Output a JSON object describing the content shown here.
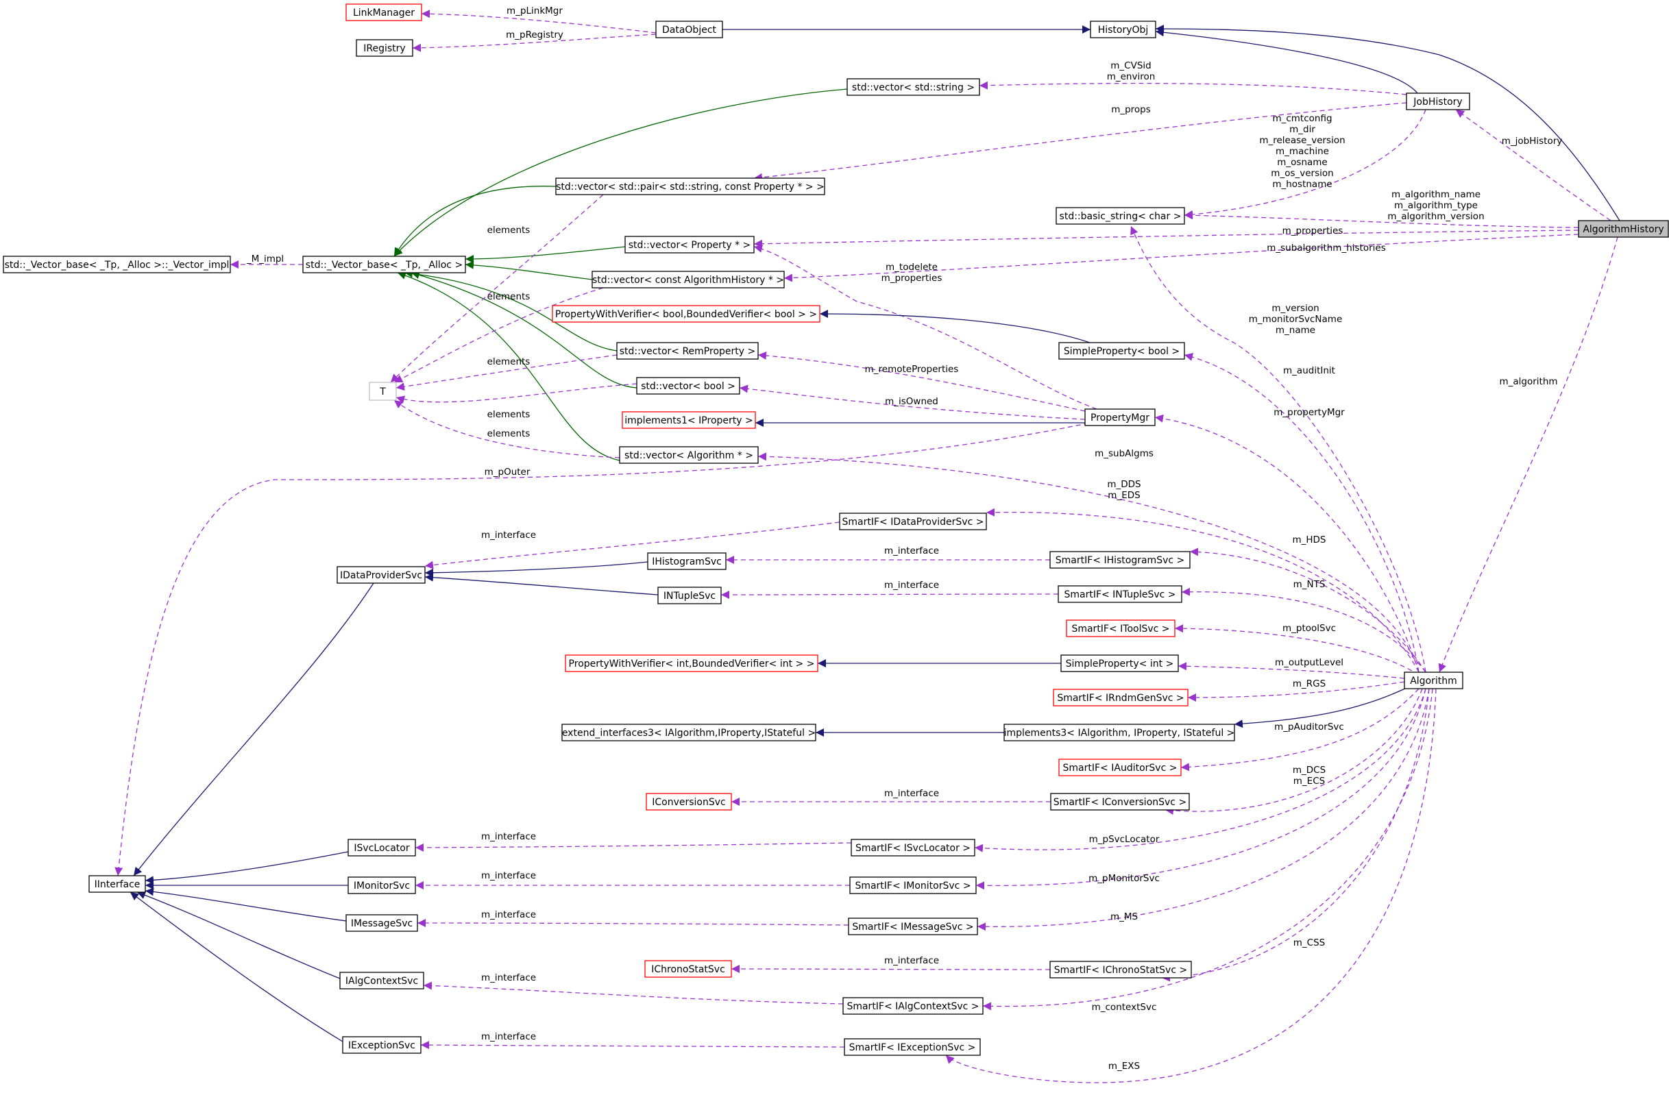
{
  "colors": {
    "inherit": "#191970",
    "template": "#006400",
    "usage": "#9a32cd",
    "external_class_border": "#ff0000",
    "template_param_border": "#bfbfbf",
    "focus_fill": "#bfbfbf"
  },
  "nodes": [
    {
      "id": "LinkManager",
      "label": "LinkManager",
      "style": "red"
    },
    {
      "id": "IRegistry",
      "label": "IRegistry",
      "style": "normal"
    },
    {
      "id": "DataObject",
      "label": "DataObject",
      "style": "normal"
    },
    {
      "id": "HistoryObj",
      "label": "HistoryObj",
      "style": "normal"
    },
    {
      "id": "JobHistory",
      "label": "JobHistory",
      "style": "normal"
    },
    {
      "id": "vecString",
      "label": "std::vector< std::string >",
      "style": "normal"
    },
    {
      "id": "vecPairProp",
      "label": "std::vector< std::pair< std::string, const Property * > >",
      "style": "normal"
    },
    {
      "id": "basicString",
      "label": "std::basic_string< char >",
      "style": "normal"
    },
    {
      "id": "AlgorithmHistory",
      "label": "AlgorithmHistory",
      "style": "focus"
    },
    {
      "id": "vecImpl",
      "label": "std::_Vector_base< _Tp, _Alloc >::_Vector_impl",
      "style": "normal"
    },
    {
      "id": "vecBase",
      "label": "std::_Vector_base< _Tp, _Alloc >",
      "style": "normal"
    },
    {
      "id": "vecPropPtr",
      "label": "std::vector< Property * >",
      "style": "normal"
    },
    {
      "id": "vecAlgHist",
      "label": "std::vector< const AlgorithmHistory * >",
      "style": "normal"
    },
    {
      "id": "pwvBool",
      "label": "PropertyWithVerifier< bool,BoundedVerifier< bool > >",
      "style": "red"
    },
    {
      "id": "vecRemProp",
      "label": "std::vector< RemProperty >",
      "style": "normal"
    },
    {
      "id": "spBool",
      "label": "SimpleProperty< bool >",
      "style": "normal"
    },
    {
      "id": "T",
      "label": "T",
      "style": "gray"
    },
    {
      "id": "vecBool",
      "label": "std::vector< bool >",
      "style": "normal"
    },
    {
      "id": "impl1",
      "label": "implements1< IProperty >",
      "style": "red"
    },
    {
      "id": "PropertyMgr",
      "label": "PropertyMgr",
      "style": "normal"
    },
    {
      "id": "vecAlgPtr",
      "label": "std::vector< Algorithm * >",
      "style": "normal"
    },
    {
      "id": "sifDPS",
      "label": "SmartIF< IDataProviderSvc >",
      "style": "normal"
    },
    {
      "id": "IDataProviderSvc",
      "label": "IDataProviderSvc",
      "style": "normal"
    },
    {
      "id": "IHistogramSvc",
      "label": "IHistogramSvc",
      "style": "normal"
    },
    {
      "id": "sifHS",
      "label": "SmartIF< IHistogramSvc >",
      "style": "normal"
    },
    {
      "id": "INTupleSvc",
      "label": "INTupleSvc",
      "style": "normal"
    },
    {
      "id": "sifNTS",
      "label": "SmartIF< INTupleSvc >",
      "style": "normal"
    },
    {
      "id": "sifTool",
      "label": "SmartIF< IToolSvc >",
      "style": "red"
    },
    {
      "id": "pwvInt",
      "label": "PropertyWithVerifier< int,BoundedVerifier< int > >",
      "style": "red"
    },
    {
      "id": "spInt",
      "label": "SimpleProperty< int >",
      "style": "normal"
    },
    {
      "id": "Algorithm",
      "label": "Algorithm",
      "style": "normal"
    },
    {
      "id": "sifRGS",
      "label": "SmartIF< IRndmGenSvc >",
      "style": "red"
    },
    {
      "id": "extIf3",
      "label": "extend_interfaces3< IAlgorithm,IProperty,IStateful >",
      "style": "normal"
    },
    {
      "id": "impl3",
      "label": "implements3< IAlgorithm, IProperty, IStateful >",
      "style": "normal"
    },
    {
      "id": "sifAud",
      "label": "SmartIF< IAuditorSvc >",
      "style": "red"
    },
    {
      "id": "IConversionSvc",
      "label": "IConversionSvc",
      "style": "red"
    },
    {
      "id": "sifConv",
      "label": "SmartIF< IConversionSvc >",
      "style": "normal"
    },
    {
      "id": "ISvcLocator",
      "label": "ISvcLocator",
      "style": "normal"
    },
    {
      "id": "sifSL",
      "label": "SmartIF< ISvcLocator >",
      "style": "normal"
    },
    {
      "id": "IInterface",
      "label": "IInterface",
      "style": "normal"
    },
    {
      "id": "IMonitorSvc",
      "label": "IMonitorSvc",
      "style": "normal"
    },
    {
      "id": "sifMon",
      "label": "SmartIF< IMonitorSvc >",
      "style": "normal"
    },
    {
      "id": "IMessageSvc",
      "label": "IMessageSvc",
      "style": "normal"
    },
    {
      "id": "sifMsg",
      "label": "SmartIF< IMessageSvc >",
      "style": "normal"
    },
    {
      "id": "IChronoStatSvc",
      "label": "IChronoStatSvc",
      "style": "red"
    },
    {
      "id": "sifChrono",
      "label": "SmartIF< IChronoStatSvc >",
      "style": "normal"
    },
    {
      "id": "IAlgContextSvc",
      "label": "IAlgContextSvc",
      "style": "normal"
    },
    {
      "id": "sifCtx",
      "label": "SmartIF< IAlgContextSvc >",
      "style": "normal"
    },
    {
      "id": "IExceptionSvc",
      "label": "IExceptionSvc",
      "style": "normal"
    },
    {
      "id": "sifExc",
      "label": "SmartIF< IExceptionSvc >",
      "style": "normal"
    }
  ],
  "edges": [
    {
      "id": "e_dataobj_histobj",
      "from": "DataObject",
      "to": "HistoryObj",
      "kind": "inherit",
      "label": []
    },
    {
      "id": "e_jobhist_histobj",
      "from": "JobHistory",
      "to": "HistoryObj",
      "kind": "inherit",
      "label": []
    },
    {
      "id": "e_alghist_histobj",
      "from": "AlgorithmHistory",
      "to": "HistoryObj",
      "kind": "inherit",
      "label": []
    },
    {
      "id": "e_linkmgr",
      "from": "DataObject",
      "to": "LinkManager",
      "kind": "usage",
      "label": [
        "m_pLinkMgr"
      ]
    },
    {
      "id": "e_registry",
      "from": "DataObject",
      "to": "IRegistry",
      "kind": "usage",
      "label": [
        "m_pRegistry"
      ]
    },
    {
      "id": "e_cvsid",
      "from": "JobHistory",
      "to": "vecString",
      "kind": "usage",
      "label": [
        "m_CVSid",
        "m_environ"
      ]
    },
    {
      "id": "e_props",
      "from": "JobHistory",
      "to": "vecPairProp",
      "kind": "usage",
      "label": [
        "m_props"
      ]
    },
    {
      "id": "e_jobstrings",
      "from": "JobHistory",
      "to": "basicString",
      "kind": "usage",
      "label": [
        "m_cmtconfig",
        "m_dir",
        "m_release_version",
        "m_machine",
        "m_osname",
        "m_os_version",
        "m_hostname"
      ]
    },
    {
      "id": "e_jobhistory",
      "from": "AlgorithmHistory",
      "to": "JobHistory",
      "kind": "usage",
      "label": [
        "m_jobHistory"
      ]
    },
    {
      "id": "e_algstrings",
      "from": "AlgorithmHistory",
      "to": "basicString",
      "kind": "usage",
      "label": [
        "m_algorithm_name",
        "m_algorithm_type",
        "m_algorithm_version"
      ]
    },
    {
      "id": "e_algprops",
      "from": "AlgorithmHistory",
      "to": "vecPropPtr",
      "kind": "usage",
      "label": [
        "m_properties"
      ]
    },
    {
      "id": "e_subalghist",
      "from": "AlgorithmHistory",
      "to": "vecAlgHist",
      "kind": "usage",
      "label": [
        "m_subalgorithm_histories"
      ]
    },
    {
      "id": "e_algorithm",
      "from": "AlgorithmHistory",
      "to": "Algorithm",
      "kind": "usage",
      "label": [
        "m_algorithm"
      ]
    },
    {
      "id": "e_impl",
      "from": "vecBase",
      "to": "vecImpl",
      "kind": "usage",
      "label": [
        "_M_impl"
      ]
    },
    {
      "id": "e_t_vs",
      "from": "vecString",
      "to": "vecBase",
      "kind": "template",
      "label": []
    },
    {
      "id": "e_t_vpp",
      "from": "vecPairProp",
      "to": "vecBase",
      "kind": "template",
      "label": []
    },
    {
      "id": "e_t_vprop",
      "from": "vecPropPtr",
      "to": "vecBase",
      "kind": "template",
      "label": []
    },
    {
      "id": "e_t_vah",
      "from": "vecAlgHist",
      "to": "vecBase",
      "kind": "template",
      "label": []
    },
    {
      "id": "e_t_vrp",
      "from": "vecRemProp",
      "to": "vecBase",
      "kind": "template",
      "label": []
    },
    {
      "id": "e_t_vb",
      "from": "vecBool",
      "to": "vecBase",
      "kind": "template",
      "label": []
    },
    {
      "id": "e_t_vap",
      "from": "vecAlgPtr",
      "to": "vecBase",
      "kind": "template",
      "label": []
    },
    {
      "id": "e_el1",
      "from": "vecPairProp",
      "to": "T",
      "kind": "usage",
      "label": [
        "elements"
      ]
    },
    {
      "id": "e_el2",
      "from": "vecAlgHist",
      "to": "T",
      "kind": "usage",
      "label": [
        "elements"
      ]
    },
    {
      "id": "e_el3",
      "from": "vecRemProp",
      "to": "T",
      "kind": "usage",
      "label": [
        "elements"
      ]
    },
    {
      "id": "e_el4",
      "from": "vecBool",
      "to": "T",
      "kind": "usage",
      "label": [
        "elements"
      ]
    },
    {
      "id": "e_el5",
      "from": "vecAlgPtr",
      "to": "T",
      "kind": "usage",
      "label": [
        "elements"
      ]
    },
    {
      "id": "e_todelete",
      "from": "PropertyMgr",
      "to": "vecPropPtr",
      "kind": "usage",
      "label": [
        "m_todelete",
        "m_properties"
      ]
    },
    {
      "id": "e_spb_pwv",
      "from": "spBool",
      "to": "pwvBool",
      "kind": "inherit",
      "label": []
    },
    {
      "id": "e_remote",
      "from": "PropertyMgr",
      "to": "vecRemProp",
      "kind": "usage",
      "label": [
        "m_remoteProperties"
      ]
    },
    {
      "id": "e_isowned",
      "from": "PropertyMgr",
      "to": "vecBool",
      "kind": "usage",
      "label": [
        "m_isOwned"
      ]
    },
    {
      "id": "e_pm_impl1",
      "from": "PropertyMgr",
      "to": "impl1",
      "kind": "inherit",
      "label": []
    },
    {
      "id": "e_pouter",
      "from": "PropertyMgr",
      "to": "IInterface",
      "kind": "usage",
      "label": [
        "m_pOuter"
      ]
    },
    {
      "id": "e_alg_bs",
      "from": "Algorithm",
      "to": "basicString",
      "kind": "usage",
      "label": [
        "m_version",
        "m_monitorSvcName",
        "m_name"
      ]
    },
    {
      "id": "e_auditinit",
      "from": "Algorithm",
      "to": "spBool",
      "kind": "usage",
      "label": [
        "m_auditInit"
      ]
    },
    {
      "id": "e_propmgr",
      "from": "Algorithm",
      "to": "PropertyMgr",
      "kind": "usage",
      "label": [
        "m_propertyMgr"
      ]
    },
    {
      "id": "e_subalgms",
      "from": "Algorithm",
      "to": "vecAlgPtr",
      "kind": "usage",
      "label": [
        "m_subAlgms"
      ]
    },
    {
      "id": "e_dds",
      "from": "Algorithm",
      "to": "sifDPS",
      "kind": "usage",
      "label": [
        "m_DDS",
        "m_EDS"
      ]
    },
    {
      "id": "e_if_dps",
      "from": "sifDPS",
      "to": "IDataProviderSvc",
      "kind": "usage",
      "label": [
        "m_interface"
      ]
    },
    {
      "id": "e_hs_dps",
      "from": "IHistogramSvc",
      "to": "IDataProviderSvc",
      "kind": "inherit",
      "label": []
    },
    {
      "id": "e_nts_dps",
      "from": "INTupleSvc",
      "to": "IDataProviderSvc",
      "kind": "inherit",
      "label": []
    },
    {
      "id": "e_if_hs",
      "from": "sifHS",
      "to": "IHistogramSvc",
      "kind": "usage",
      "label": [
        "m_interface"
      ]
    },
    {
      "id": "e_if_nts",
      "from": "sifNTS",
      "to": "INTupleSvc",
      "kind": "usage",
      "label": [
        "m_interface"
      ]
    },
    {
      "id": "e_hds",
      "from": "Algorithm",
      "to": "sifHS",
      "kind": "usage",
      "label": [
        "m_HDS"
      ]
    },
    {
      "id": "e_nts",
      "from": "Algorithm",
      "to": "sifNTS",
      "kind": "usage",
      "label": [
        "m_NTS"
      ]
    },
    {
      "id": "e_tool",
      "from": "Algorithm",
      "to": "sifTool",
      "kind": "usage",
      "label": [
        "m_ptoolSvc"
      ]
    },
    {
      "id": "e_spi_pwv",
      "from": "spInt",
      "to": "pwvInt",
      "kind": "inherit",
      "label": []
    },
    {
      "id": "e_outlvl",
      "from": "Algorithm",
      "to": "spInt",
      "kind": "usage",
      "label": [
        "m_outputLevel"
      ]
    },
    {
      "id": "e_rgs",
      "from": "Algorithm",
      "to": "sifRGS",
      "kind": "usage",
      "label": [
        "m_RGS"
      ]
    },
    {
      "id": "e_alg_impl3",
      "from": "Algorithm",
      "to": "impl3",
      "kind": "inherit",
      "label": []
    },
    {
      "id": "e_impl3_ext",
      "from": "impl3",
      "to": "extIf3",
      "kind": "inherit",
      "label": []
    },
    {
      "id": "e_aud",
      "from": "Algorithm",
      "to": "sifAud",
      "kind": "usage",
      "label": [
        "m_pAuditorSvc"
      ]
    },
    {
      "id": "e_dcs",
      "from": "Algorithm",
      "to": "sifConv",
      "kind": "usage",
      "label": [
        "m_DCS",
        "m_ECS"
      ]
    },
    {
      "id": "e_if_conv",
      "from": "sifConv",
      "to": "IConversionSvc",
      "kind": "usage",
      "label": [
        "m_interface"
      ]
    },
    {
      "id": "e_psl",
      "from": "Algorithm",
      "to": "sifSL",
      "kind": "usage",
      "label": [
        "m_pSvcLocator"
      ]
    },
    {
      "id": "e_if_sl",
      "from": "sifSL",
      "to": "ISvcLocator",
      "kind": "usage",
      "label": [
        "m_interface"
      ]
    },
    {
      "id": "e_pmon",
      "from": "Algorithm",
      "to": "sifMon",
      "kind": "usage",
      "label": [
        "m_pMonitorSvc"
      ]
    },
    {
      "id": "e_if_mon",
      "from": "sifMon",
      "to": "IMonitorSvc",
      "kind": "usage",
      "label": [
        "m_interface"
      ]
    },
    {
      "id": "e_ms",
      "from": "Algorithm",
      "to": "sifMsg",
      "kind": "usage",
      "label": [
        "m_MS"
      ]
    },
    {
      "id": "e_if_msg",
      "from": "sifMsg",
      "to": "IMessageSvc",
      "kind": "usage",
      "label": [
        "m_interface"
      ]
    },
    {
      "id": "e_css",
      "from": "Algorithm",
      "to": "sifChrono",
      "kind": "usage",
      "label": [
        "m_CSS"
      ]
    },
    {
      "id": "e_if_chrono",
      "from": "sifChrono",
      "to": "IChronoStatSvc",
      "kind": "usage",
      "label": [
        "m_interface"
      ]
    },
    {
      "id": "e_ctx",
      "from": "Algorithm",
      "to": "sifCtx",
      "kind": "usage",
      "label": [
        "m_contextSvc"
      ]
    },
    {
      "id": "e_if_ctx",
      "from": "sifCtx",
      "to": "IAlgContextSvc",
      "kind": "usage",
      "label": [
        "m_interface"
      ]
    },
    {
      "id": "e_exs",
      "from": "Algorithm",
      "to": "sifExc",
      "kind": "usage",
      "label": [
        "m_EXS"
      ]
    },
    {
      "id": "e_if_exc",
      "from": "sifExc",
      "to": "IExceptionSvc",
      "kind": "usage",
      "label": [
        "m_interface"
      ]
    },
    {
      "id": "e_dps_ii",
      "from": "IDataProviderSvc",
      "to": "IInterface",
      "kind": "inherit",
      "label": []
    },
    {
      "id": "e_sl_ii",
      "from": "ISvcLocator",
      "to": "IInterface",
      "kind": "inherit",
      "label": []
    },
    {
      "id": "e_mon_ii",
      "from": "IMonitorSvc",
      "to": "IInterface",
      "kind": "inherit",
      "label": []
    },
    {
      "id": "e_msg_ii",
      "from": "IMessageSvc",
      "to": "IInterface",
      "kind": "inherit",
      "label": []
    },
    {
      "id": "e_ctx_ii",
      "from": "IAlgContextSvc",
      "to": "IInterface",
      "kind": "inherit",
      "label": []
    },
    {
      "id": "e_exc_ii",
      "from": "IExceptionSvc",
      "to": "IInterface",
      "kind": "inherit",
      "label": []
    }
  ]
}
